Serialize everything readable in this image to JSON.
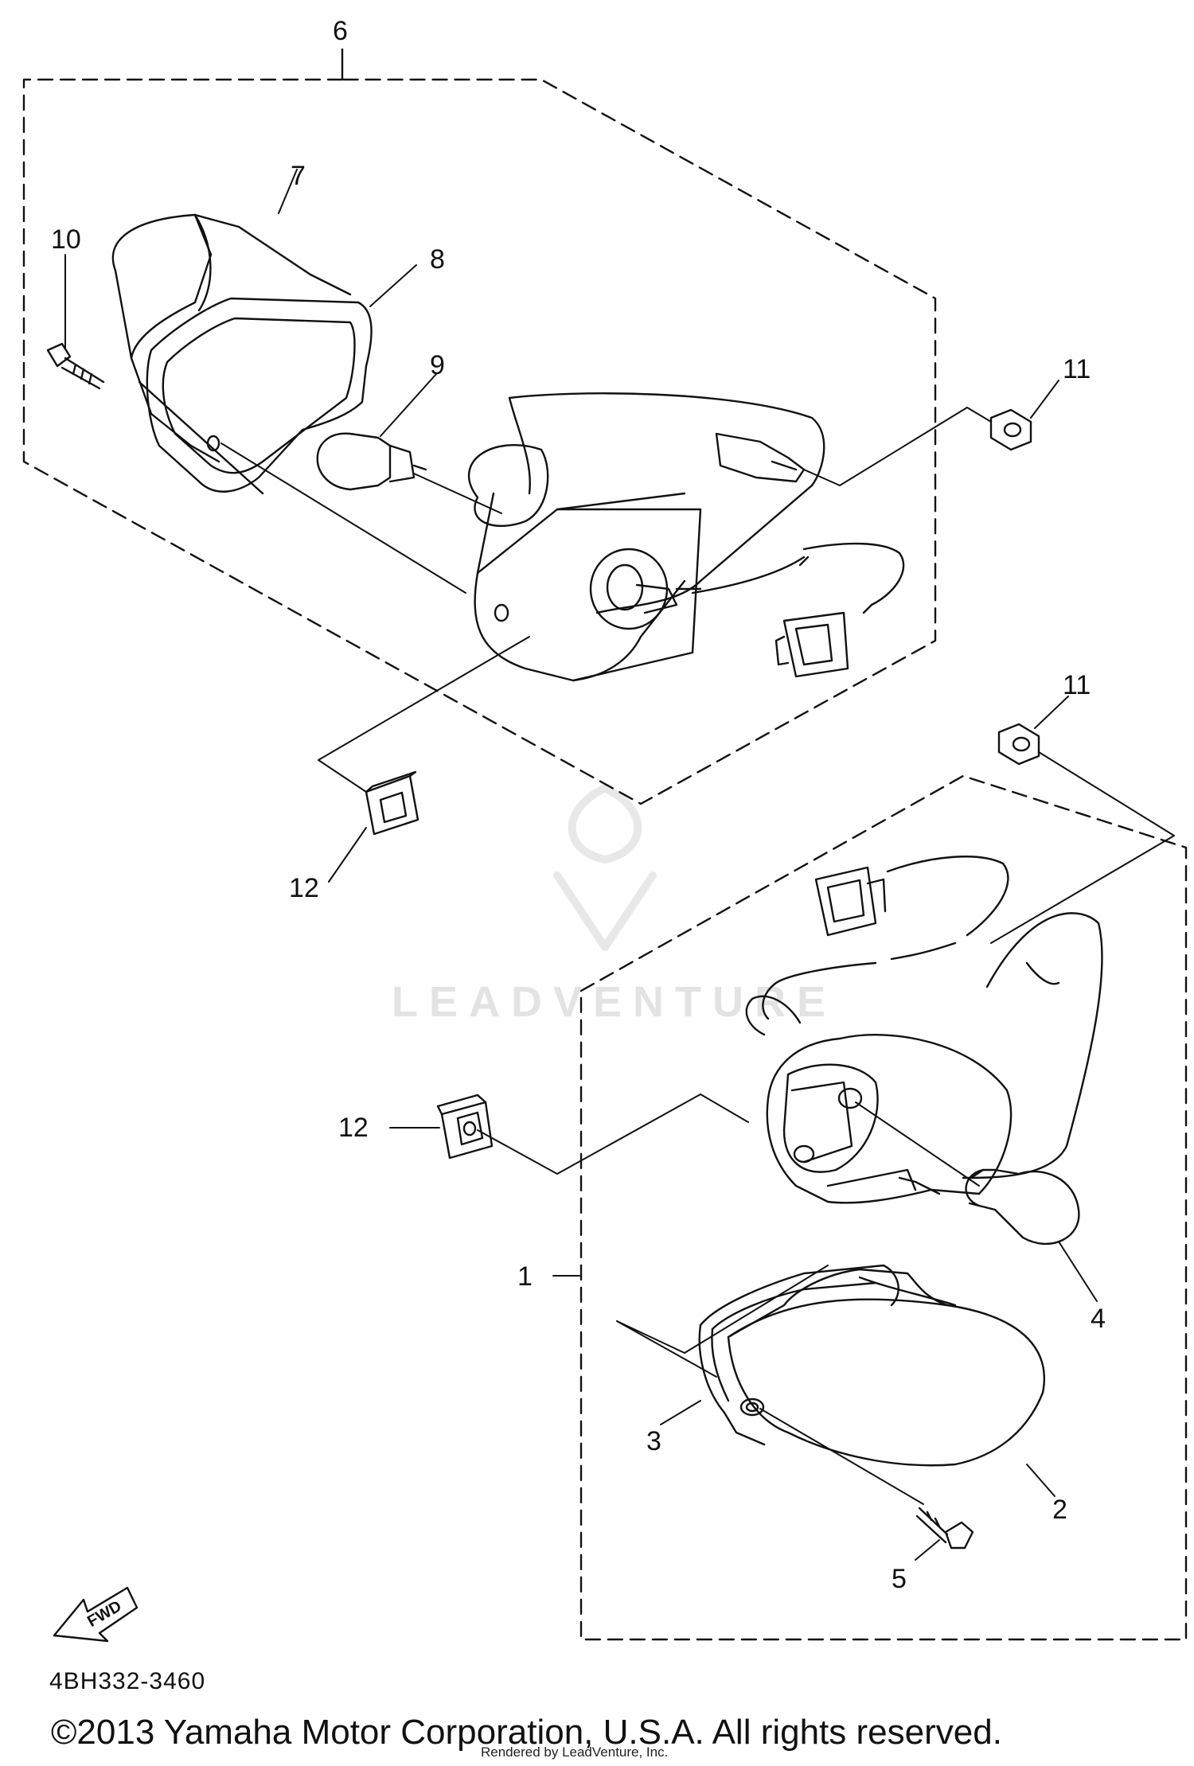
{
  "diagram": {
    "callouts": [
      "1",
      "2",
      "3",
      "4",
      "5",
      "6",
      "7",
      "8",
      "9",
      "10",
      "11",
      "11",
      "12",
      "12"
    ],
    "fwd_label": "FWD",
    "watermark": "LEADVENTURE"
  },
  "footer": {
    "part_code": "4BH332-3460",
    "copyright": "©2013 Yamaha Motor Corporation, U.S.A. All rights reserved.",
    "rendered_by": "Rendered by LeadVenture, Inc."
  }
}
